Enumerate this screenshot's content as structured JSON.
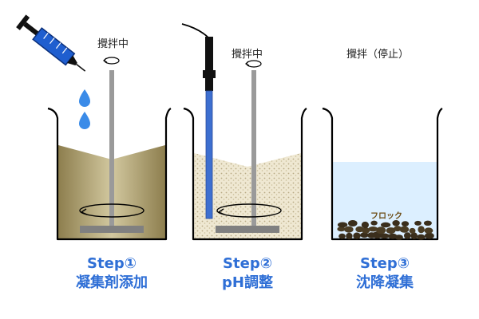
{
  "steps": [
    {
      "step": "Step①",
      "name": "凝集剤添加",
      "stir_label": "攪拌中"
    },
    {
      "step": "Step②",
      "name": "pH調整",
      "stir_label": "攪拌中"
    },
    {
      "step": "Step③",
      "name": "沈降凝集",
      "stir_label": "攪拌（停止）",
      "floc_label": "フロック"
    }
  ],
  "icons": [
    "syringe-icon",
    "water-drop-icon",
    "ph-probe-icon",
    "stirrer-icon",
    "rotation-arrow-icon"
  ],
  "colors": {
    "caption": "#2f6fd6",
    "liquid_step1": "#c2b58a",
    "liquid_step2": "#ece4cc",
    "liquid_step3": "#dcefff",
    "floc": "#3a2e1c",
    "syringe": "#1f5ecf",
    "drop": "#3a8be8",
    "rod": "#9a9a9a",
    "probe": "#3d6fd0"
  }
}
